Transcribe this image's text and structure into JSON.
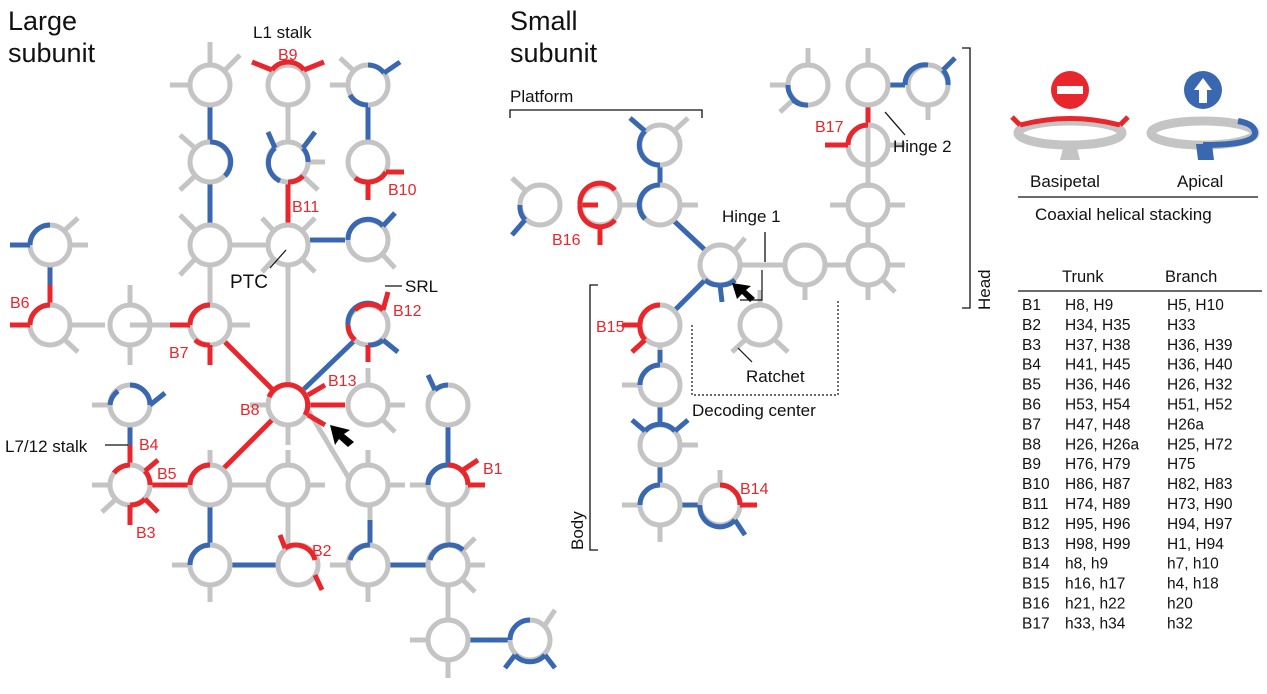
{
  "colors": {
    "basipetal": "#e8262c",
    "apical": "#3a68b0",
    "neutral": "#c4c4c4",
    "text": "#111111"
  },
  "large_subunit": {
    "title_line1": "Large",
    "title_line2": "subunit",
    "labels": {
      "l1_stalk": "L1 stalk",
      "ptc": "PTC",
      "srl": "SRL",
      "l7_12_stalk": "L7/12 stalk"
    },
    "junctions": {
      "b1": "B1",
      "b2": "B2",
      "b3": "B3",
      "b4": "B4",
      "b5": "B5",
      "b6": "B6",
      "b7": "B7",
      "b8": "B8",
      "b9": "B9",
      "b10": "B10",
      "b11": "B11",
      "b12": "B12",
      "b13": "B13"
    }
  },
  "small_subunit": {
    "title_line1": "Small",
    "title_line2": "subunit",
    "labels": {
      "platform": "Platform",
      "hinge1": "Hinge 1",
      "hinge2": "Hinge 2",
      "ratchet": "Ratchet",
      "decoding_center": "Decoding center",
      "head": "Head",
      "body": "Body"
    },
    "junctions": {
      "b14": "B14",
      "b15": "B15",
      "b16": "B16",
      "b17": "B17"
    }
  },
  "legend": {
    "basipetal": "Basipetal",
    "apical": "Apical",
    "caption": "Coaxial helical stacking"
  },
  "table": {
    "header_trunk": "Trunk",
    "header_branch": "Branch",
    "rows": [
      {
        "id": "B1",
        "trunk": "H8, H9",
        "branch": "H5, H10"
      },
      {
        "id": "B2",
        "trunk": "H34, H35",
        "branch": "H33"
      },
      {
        "id": "B3",
        "trunk": "H37, H38",
        "branch": "H36, H39"
      },
      {
        "id": "B4",
        "trunk": "H41, H45",
        "branch": "H36, H40"
      },
      {
        "id": "B5",
        "trunk": "H36, H46",
        "branch": "H26, H32"
      },
      {
        "id": "B6",
        "trunk": "H53, H54",
        "branch": "H51, H52"
      },
      {
        "id": "B7",
        "trunk": "H47, H48",
        "branch": "H26a"
      },
      {
        "id": "B8",
        "trunk": "H26, H26a",
        "branch": "H25, H72"
      },
      {
        "id": "B9",
        "trunk": "H76, H79",
        "branch": "H75"
      },
      {
        "id": "B10",
        "trunk": "H86, H87",
        "branch": "H82, H83"
      },
      {
        "id": "B11",
        "trunk": "H74, H89",
        "branch": "H73, H90"
      },
      {
        "id": "B12",
        "trunk": "H95, H96",
        "branch": "H94, H97"
      },
      {
        "id": "B13",
        "trunk": "H98, H99",
        "branch": "H1, H94"
      },
      {
        "id": "B14",
        "trunk": "h8, h9",
        "branch": "h7, h10"
      },
      {
        "id": "B15",
        "trunk": "h16, h17",
        "branch": "h4, h18"
      },
      {
        "id": "B16",
        "trunk": "h21, h22",
        "branch": "h20"
      },
      {
        "id": "B17",
        "trunk": "h33, h34",
        "branch": "h32"
      }
    ]
  }
}
